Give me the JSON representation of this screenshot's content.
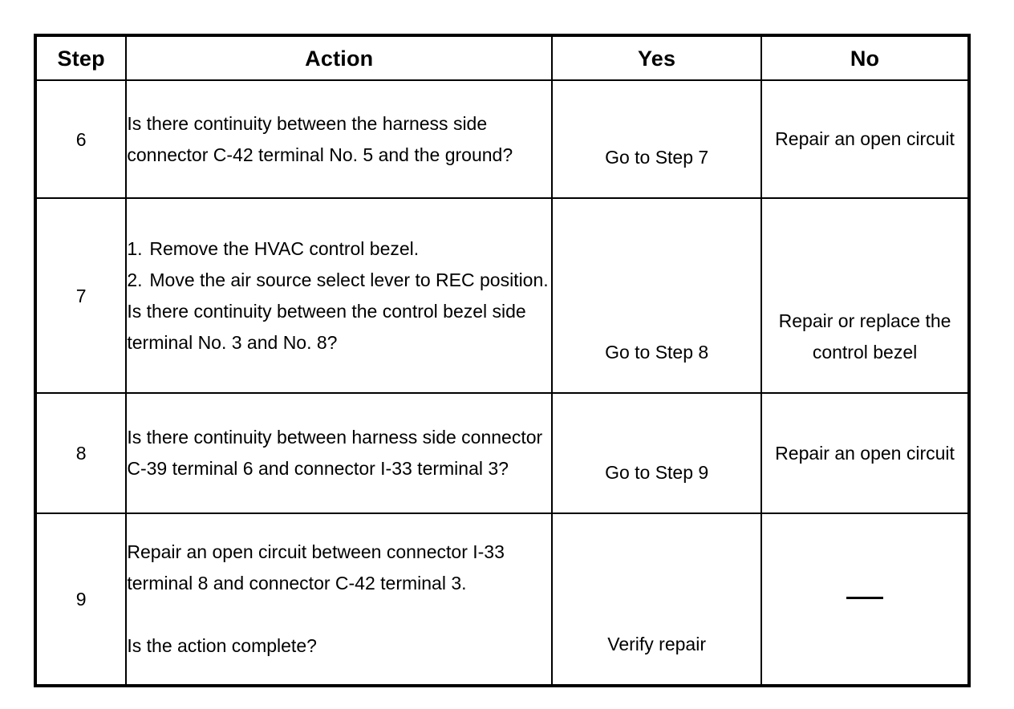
{
  "document": {
    "type": "diagnostic-troubleshooting-table",
    "ink_color": "#000000",
    "paper_color": "#ffffff"
  },
  "table": {
    "columns": [
      {
        "key": "step",
        "label": "Step"
      },
      {
        "key": "action",
        "label": "Action"
      },
      {
        "key": "yes",
        "label": "Yes"
      },
      {
        "key": "no",
        "label": "No"
      }
    ],
    "rows": [
      {
        "step": "6",
        "action": {
          "paragraphs": [
            "Is there continuity between the harness side connector C-42 terminal No. 5 and the ground?"
          ]
        },
        "yes": "Go to Step 7",
        "no": "Repair an open circuit"
      },
      {
        "step": "7",
        "action": {
          "list": [
            {
              "num": "1.",
              "text": "Remove the HVAC control bezel."
            },
            {
              "num": "2.",
              "text": "Move the air source select lever to REC position."
            }
          ],
          "paragraphs": [
            "Is there continuity between the control bezel side terminal No. 3 and No. 8?"
          ]
        },
        "yes": "Go to Step 8",
        "no": "Repair or replace the control bezel"
      },
      {
        "step": "8",
        "action": {
          "paragraphs": [
            "Is there continuity between harness side connector C-39 terminal 6 and connector I-33 terminal 3?"
          ]
        },
        "yes": "Go to Step 9",
        "no": "Repair an open circuit"
      },
      {
        "step": "9",
        "action": {
          "paragraphs": [
            "Repair an open circuit between connector I-33 terminal 8 and connector C-42 terminal 3.",
            "Is the action complete?"
          ]
        },
        "yes": "Verify repair",
        "no": "—"
      }
    ]
  }
}
